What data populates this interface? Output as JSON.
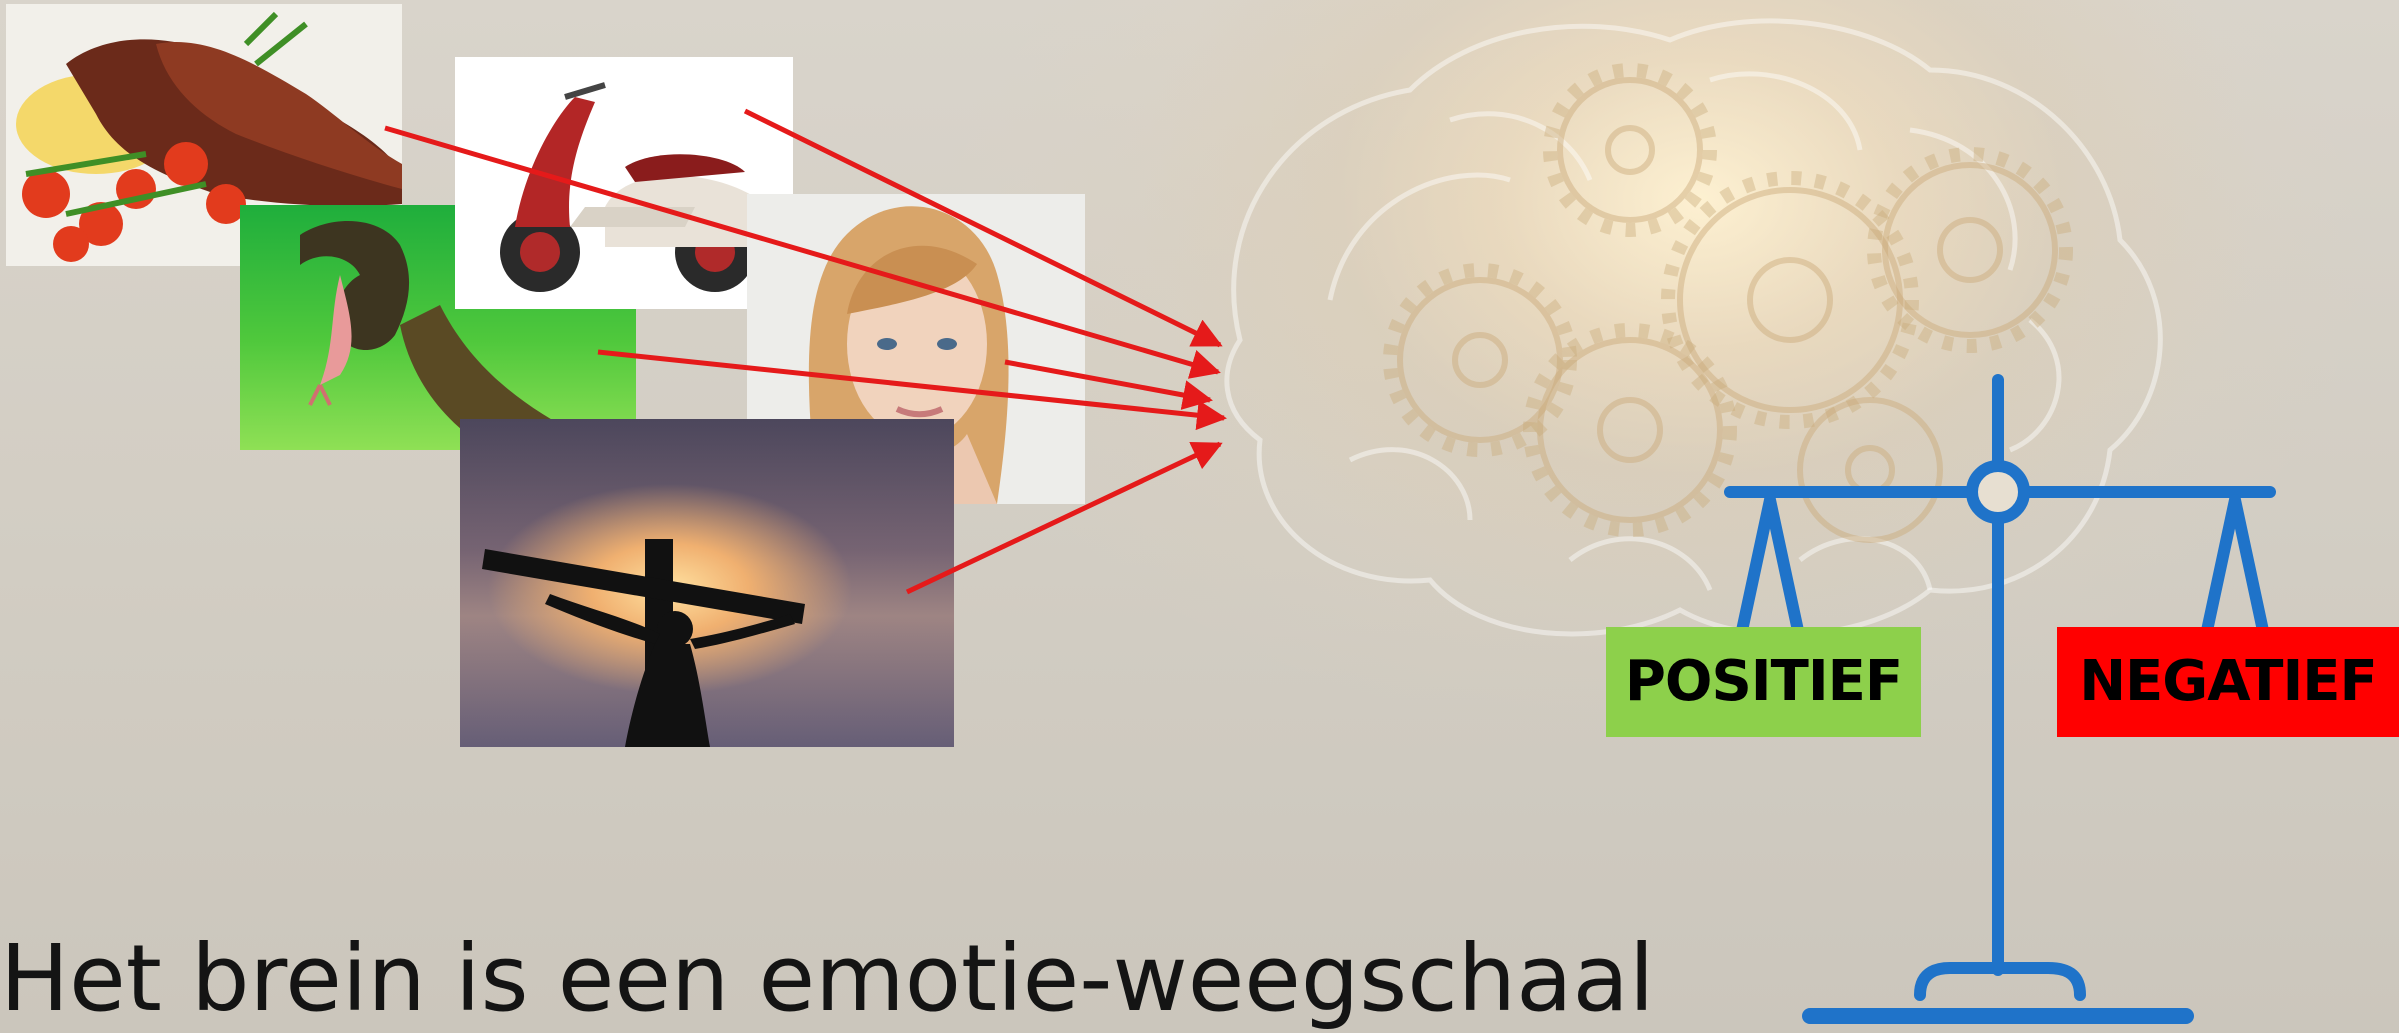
{
  "slide": {
    "title": "Het brein is een emotie-weegschaal"
  },
  "images": [
    {
      "subject": "food-plate-photo"
    },
    {
      "subject": "cobra-snake-photo"
    },
    {
      "subject": "red-scooter-photo"
    },
    {
      "subject": "woman-portrait-photo"
    },
    {
      "subject": "crucifix-sky-photo"
    }
  ],
  "scale": {
    "positive_label": "POSITIEF",
    "negative_label": "NEGATIEF"
  },
  "colors": {
    "arrow": "#e51a1a",
    "scale": "#1f73c9",
    "positive": "#8dd04b",
    "negative": "#ff0000",
    "title": "#141414"
  },
  "icons": {
    "scale": "balance-scale-icon",
    "background": "brain-gears-background"
  }
}
